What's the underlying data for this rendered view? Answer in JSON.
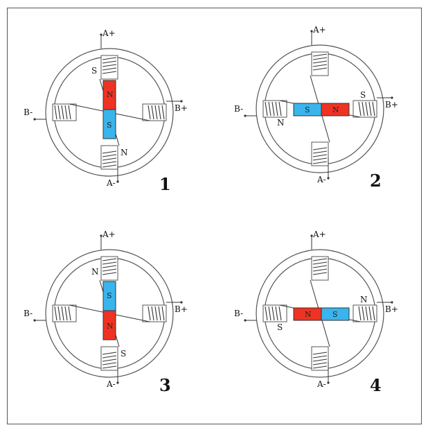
{
  "colors": {
    "north": "#ee3322",
    "south": "#3ab4ec",
    "line": "#333333"
  },
  "step1": {
    "number": "1",
    "a_plus": "A+",
    "a_minus": "A-",
    "b_plus": "B+",
    "b_minus": "B-",
    "top_pole": "S",
    "bottom_pole": "N",
    "rotor_first": "N",
    "rotor_second": "S"
  },
  "step2": {
    "number": "2",
    "a_plus": "A+",
    "a_minus": "A-",
    "b_plus": "B+",
    "b_minus": "B-",
    "right_pole": "S",
    "left_pole": "N",
    "rotor_first": "S",
    "rotor_second": "N"
  },
  "step3": {
    "number": "3",
    "a_plus": "A+",
    "a_minus": "A-",
    "b_plus": "B+",
    "b_minus": "B-",
    "top_pole": "N",
    "bottom_pole": "S",
    "rotor_first": "S",
    "rotor_second": "N"
  },
  "step4": {
    "number": "4",
    "a_plus": "A+",
    "a_minus": "A-",
    "b_plus": "B+",
    "b_minus": "B-",
    "right_pole": "N",
    "left_pole": "S",
    "rotor_first": "N",
    "rotor_second": "S"
  }
}
